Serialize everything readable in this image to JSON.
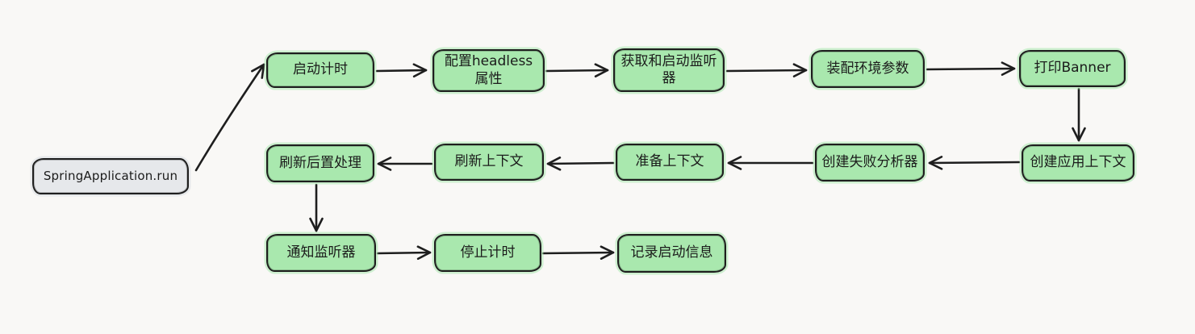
{
  "diagram": {
    "type": "flowchart",
    "style": "hand-drawn",
    "colors": {
      "background": "#f9f8f6",
      "node_fill_green": "#a9e8ae",
      "node_fill_gray": "#e6e8eb",
      "stroke": "#1e1e1e",
      "text": "#1b1b1b"
    },
    "nodes": [
      {
        "id": "spring-application-run",
        "label": "SpringApplication.run",
        "fill": "#e6e8eb"
      },
      {
        "id": "start-timer",
        "label": "启动计时",
        "fill": "#a9e8ae"
      },
      {
        "id": "configure-headless",
        "label": "配置headless属性",
        "fill": "#a9e8ae"
      },
      {
        "id": "get-start-listeners",
        "label": "获取和启动监听器",
        "fill": "#a9e8ae"
      },
      {
        "id": "assemble-env-params",
        "label": "装配环境参数",
        "fill": "#a9e8ae"
      },
      {
        "id": "print-banner",
        "label": "打印Banner",
        "fill": "#a9e8ae"
      },
      {
        "id": "create-app-context",
        "label": "创建应用上下文",
        "fill": "#a9e8ae"
      },
      {
        "id": "create-failure-analyzer",
        "label": "创建失败分析器",
        "fill": "#a9e8ae"
      },
      {
        "id": "prepare-context",
        "label": "准备上下文",
        "fill": "#a9e8ae"
      },
      {
        "id": "refresh-context",
        "label": "刷新上下文",
        "fill": "#a9e8ae"
      },
      {
        "id": "refresh-post-process",
        "label": "刷新后置处理",
        "fill": "#a9e8ae"
      },
      {
        "id": "notify-listeners",
        "label": "通知监听器",
        "fill": "#a9e8ae"
      },
      {
        "id": "stop-timer",
        "label": "停止计时",
        "fill": "#a9e8ae"
      },
      {
        "id": "log-startup-info",
        "label": "记录启动信息",
        "fill": "#a9e8ae"
      }
    ],
    "edges": [
      {
        "from": "spring-application-run",
        "to": "start-timer"
      },
      {
        "from": "start-timer",
        "to": "configure-headless"
      },
      {
        "from": "configure-headless",
        "to": "get-start-listeners"
      },
      {
        "from": "get-start-listeners",
        "to": "assemble-env-params"
      },
      {
        "from": "assemble-env-params",
        "to": "print-banner"
      },
      {
        "from": "print-banner",
        "to": "create-app-context"
      },
      {
        "from": "create-app-context",
        "to": "create-failure-analyzer"
      },
      {
        "from": "create-failure-analyzer",
        "to": "prepare-context"
      },
      {
        "from": "prepare-context",
        "to": "refresh-context"
      },
      {
        "from": "refresh-context",
        "to": "refresh-post-process"
      },
      {
        "from": "refresh-post-process",
        "to": "notify-listeners"
      },
      {
        "from": "notify-listeners",
        "to": "stop-timer"
      },
      {
        "from": "stop-timer",
        "to": "log-startup-info"
      }
    ]
  }
}
